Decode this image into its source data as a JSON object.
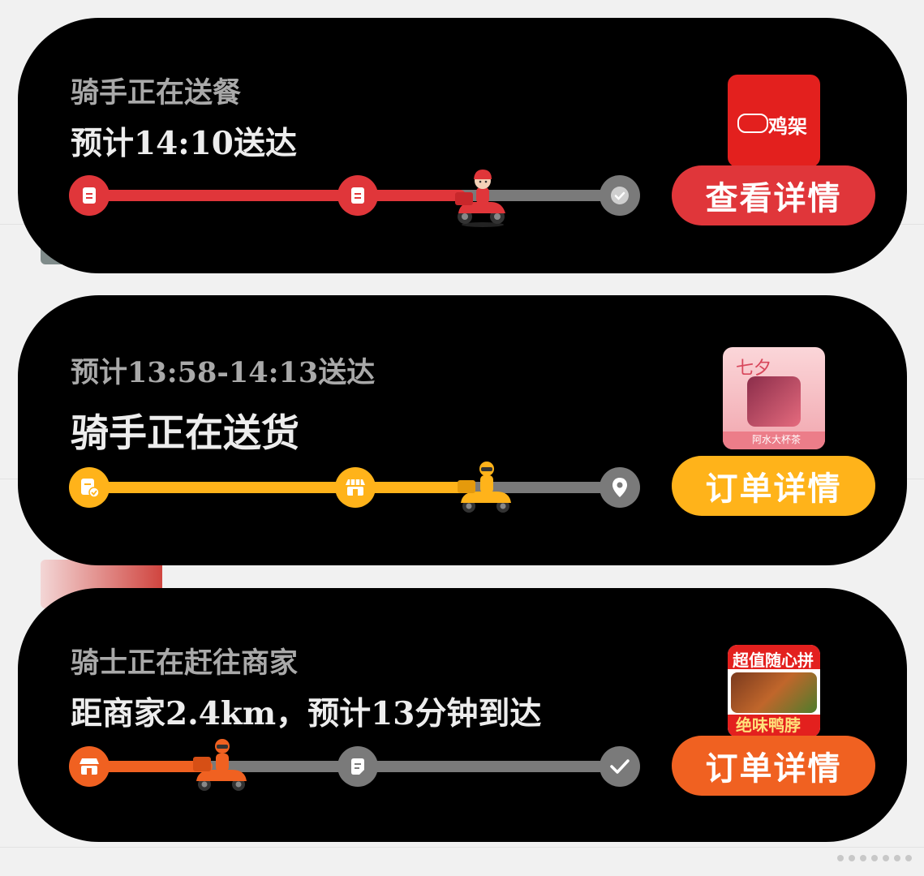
{
  "colors": {
    "red": "#e0363a",
    "yellow": "#ffb31a",
    "orange": "#f06121",
    "track_gray": "#7a7a7a",
    "card_bg": "#000000",
    "page_bg": "#f1f1f1"
  },
  "cards": [
    {
      "status": "骑手正在送餐",
      "eta": "预计14:10送达",
      "shop_logo": "鸡架",
      "button": "查看详情",
      "progress_fraction": 0.68,
      "nodes": [
        "receipt-icon",
        "receipt-icon",
        "check-circle-icon"
      ]
    },
    {
      "status_eta": "预计13:58-14:13送达",
      "status": "骑手正在送货",
      "shop_logo_top": "七夕",
      "shop_logo_bottom": "阿水大杯茶",
      "button": "订单详情",
      "progress_fraction": 0.72,
      "nodes": [
        "order-check-icon",
        "storefront-icon",
        "location-pin-icon"
      ]
    },
    {
      "status": "骑士正在赶往商家",
      "eta": "距商家2.4km，预计13分钟到达",
      "shop_logo_top": "超值随心拼",
      "shop_logo_bottom": "绝味鸭脖",
      "button": "订单详情",
      "progress_fraction": 0.23,
      "nodes": [
        "storefront-icon",
        "receipt-icon",
        "check-icon"
      ]
    }
  ]
}
